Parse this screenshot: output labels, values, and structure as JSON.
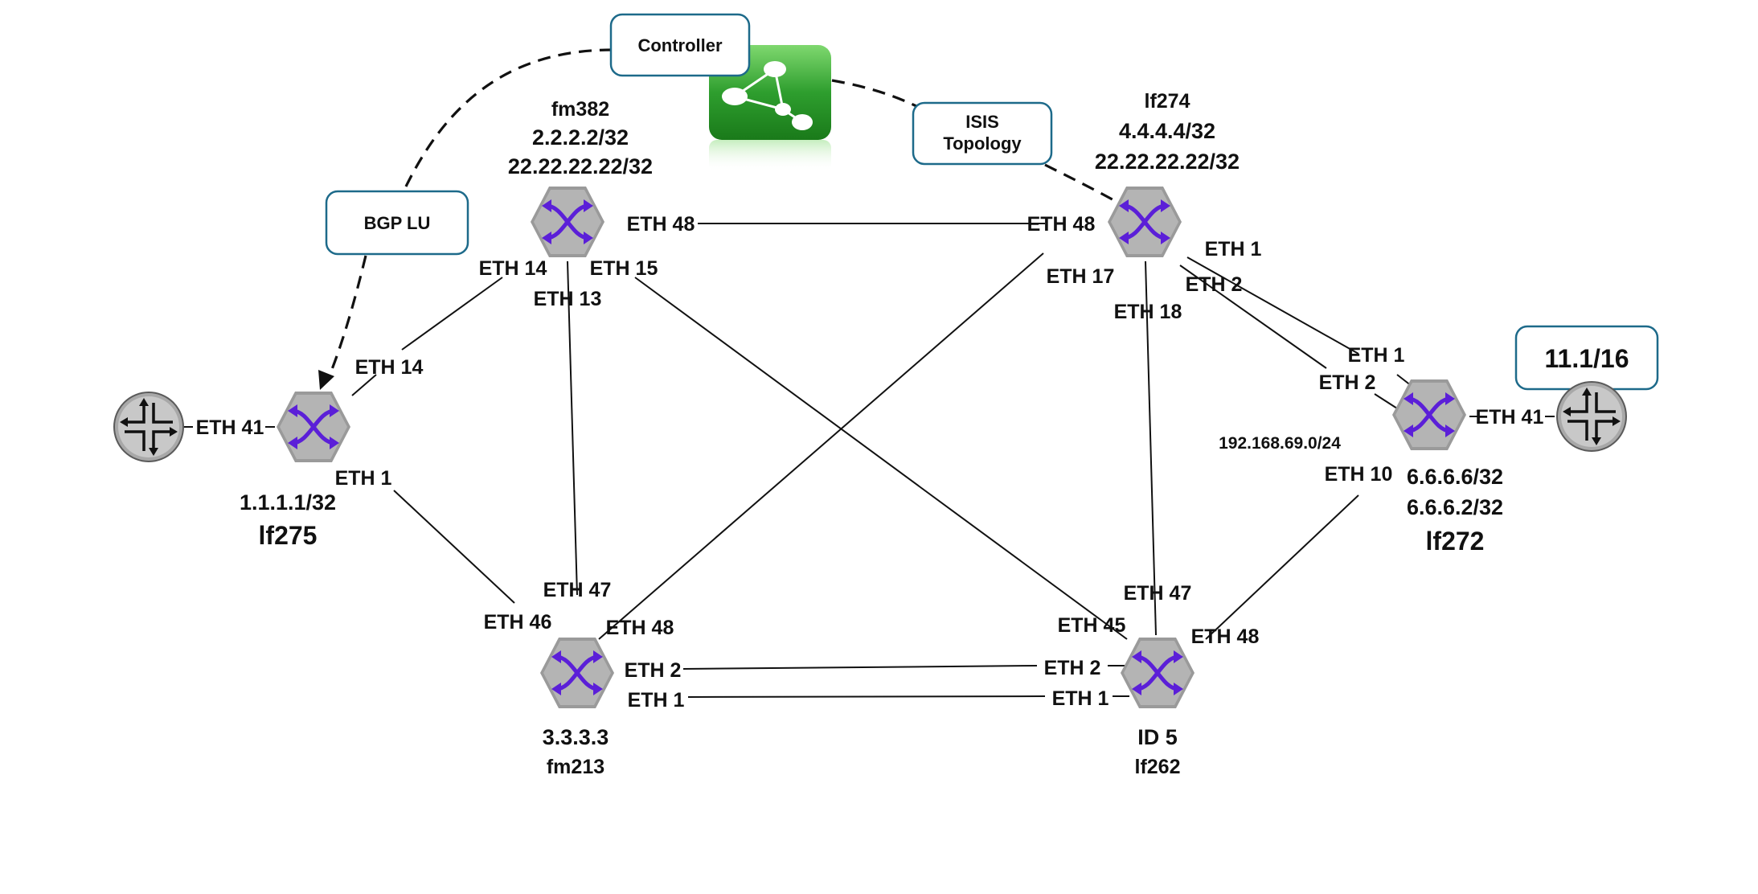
{
  "callouts": {
    "controller": "Controller",
    "isis_line1": "ISIS",
    "isis_line2": "Topology",
    "bgp_lu": "BGP LU",
    "prefix": "11.1/16"
  },
  "nodes": {
    "fm382": {
      "name": "fm382",
      "addr1": "2.2.2.2/32",
      "addr2": "22.22.22.22/32"
    },
    "lf274": {
      "name": "lf274",
      "addr1": "4.4.4.4/32",
      "addr2": "22.22.22.22/32"
    },
    "lf275": {
      "addr": "1.1.1.1/32",
      "name": "lf275"
    },
    "lf272": {
      "addr1": "6.6.6.6/32",
      "addr2": "6.6.6.2/32",
      "name": "lf272"
    },
    "fm213": {
      "addr": "3.3.3.3",
      "name": "fm213"
    },
    "lf262": {
      "addr": "ID 5",
      "name": "lf262"
    }
  },
  "subnet": "192.168.69.0/24",
  "ports": {
    "fm382_eth48": "ETH 48",
    "fm382_eth14": "ETH 14",
    "fm382_eth15": "ETH 15",
    "fm382_eth13": "ETH 13",
    "lf274_eth48": "ETH 48",
    "lf274_eth1": "ETH 1",
    "lf274_eth2": "ETH 2",
    "lf274_eth17": "ETH 17",
    "lf274_eth18": "ETH 18",
    "lf275_eth14": "ETH 14",
    "lf275_eth41": "ETH 41",
    "lf275_eth1": "ETH 1",
    "lf272_eth1": "ETH 1",
    "lf272_eth2": "ETH 2",
    "lf272_eth41": "ETH 41",
    "lf272_eth10": "ETH 10",
    "fm213_eth47": "ETH 47",
    "fm213_eth46": "ETH 46",
    "fm213_eth48": "ETH 48",
    "fm213_eth2": "ETH 2",
    "fm213_eth1": "ETH 1",
    "lf262_eth47": "ETH 47",
    "lf262_eth45": "ETH 45",
    "lf262_eth48": "ETH 48",
    "lf262_eth2": "ETH 2",
    "lf262_eth1": "ETH 1"
  },
  "colors": {
    "switch_hex": "#9a9a9a",
    "switch_arrows": "#5b1fd8",
    "controller_green": "#2e9e2e",
    "callout_border": "#1d6a8a"
  },
  "icons": {
    "switch": "crossed-arrows-switch-icon",
    "router": "four-way-arrows-router-icon",
    "controller": "network-graph-controller-icon"
  }
}
